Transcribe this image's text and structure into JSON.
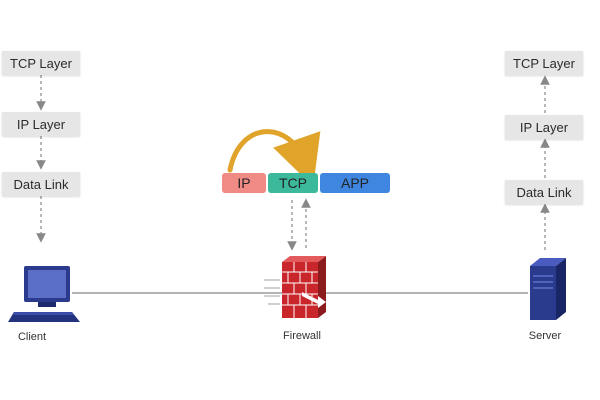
{
  "client_stack": {
    "tcp": "TCP Layer",
    "ip": "IP Layer",
    "link": "Data Link"
  },
  "server_stack": {
    "tcp": "TCP Layer",
    "ip": "IP Layer",
    "link": "Data Link"
  },
  "packet": {
    "ip": "IP",
    "tcp": "TCP",
    "app": "APP"
  },
  "nodes": {
    "client": "Client",
    "firewall": "Firewall",
    "server": "Server"
  },
  "colors": {
    "ip": "#f08a85",
    "tcp": "#3cb89b",
    "app": "#3f86e0",
    "arc": "#e1a42a",
    "firewall": "#c8262a",
    "device": "#2a3a8c",
    "line": "#9a9a9a"
  }
}
